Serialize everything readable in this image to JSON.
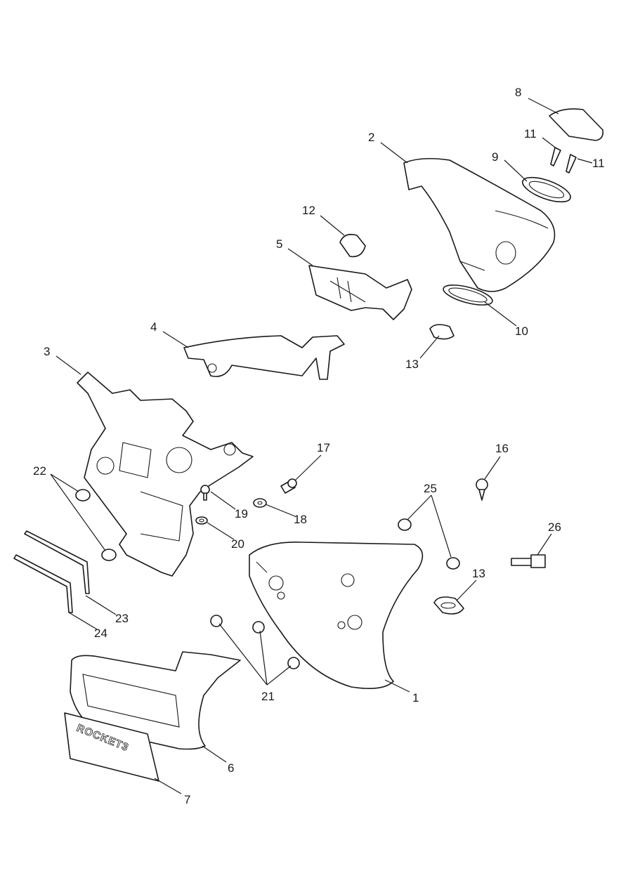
{
  "diagram": {
    "callouts": {
      "c1": "1",
      "c2": "2",
      "c3": "3",
      "c4": "4",
      "c5": "5",
      "c6": "6",
      "c7": "7",
      "c8": "8",
      "c9": "9",
      "c10": "10",
      "c11a": "11",
      "c11b": "11",
      "c12": "12",
      "c13a": "13",
      "c13b": "13",
      "c16": "16",
      "c17": "17",
      "c18": "18",
      "c19": "19",
      "c20": "20",
      "c21": "21",
      "c22": "22",
      "c23": "23",
      "c24": "24",
      "c25": "25",
      "c26": "26"
    },
    "badge_logo_text": "ROCKET3"
  }
}
